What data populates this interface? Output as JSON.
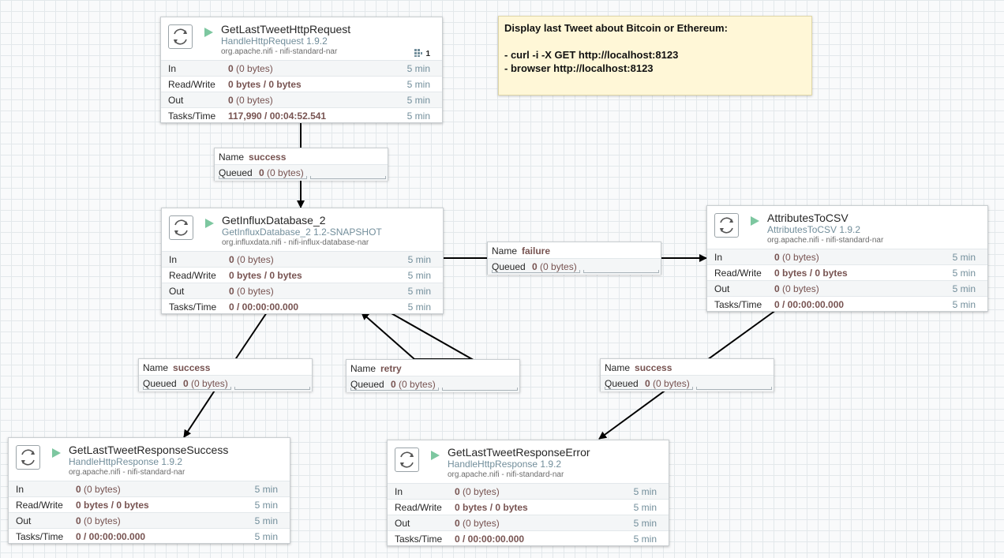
{
  "labels": {
    "in": "In",
    "read_write": "Read/Write",
    "out": "Out",
    "tasks_time": "Tasks/Time",
    "name": "Name",
    "queued": "Queued"
  },
  "processors": {
    "p1": {
      "name": "GetLastTweetHttpRequest",
      "type": "HandleHttpRequest 1.9.2",
      "bundle": "org.apache.nifi - nifi-standard-nar",
      "threads": "1",
      "in_count": "0",
      "in_size": "(0 bytes)",
      "read_write": "0 bytes / 0 bytes",
      "out_count": "0",
      "out_size": "(0 bytes)",
      "tasks_time": "117,990 / 00:04:52.541",
      "window": "5 min"
    },
    "p2": {
      "name": "GetInfluxDatabase_2",
      "type": "GetInfluxDatabase_2 1.2-SNAPSHOT",
      "bundle": "org.influxdata.nifi - nifi-influx-database-nar",
      "in_count": "0",
      "in_size": "(0 bytes)",
      "read_write": "0 bytes / 0 bytes",
      "out_count": "0",
      "out_size": "(0 bytes)",
      "tasks_time": "0 / 00:00:00.000",
      "window": "5 min"
    },
    "p3": {
      "name": "AttributesToCSV",
      "type": "AttributesToCSV 1.9.2",
      "bundle": "org.apache.nifi - nifi-standard-nar",
      "in_count": "0",
      "in_size": "(0 bytes)",
      "read_write": "0 bytes / 0 bytes",
      "out_count": "0",
      "out_size": "(0 bytes)",
      "tasks_time": "0 / 00:00:00.000",
      "window": "5 min"
    },
    "p4": {
      "name": "GetLastTweetResponseSuccess",
      "type": "HandleHttpResponse 1.9.2",
      "bundle": "org.apache.nifi - nifi-standard-nar",
      "in_count": "0",
      "in_size": "(0 bytes)",
      "read_write": "0 bytes / 0 bytes",
      "out_count": "0",
      "out_size": "(0 bytes)",
      "tasks_time": "0 / 00:00:00.000",
      "window": "5 min"
    },
    "p5": {
      "name": "GetLastTweetResponseError",
      "type": "HandleHttpResponse 1.9.2",
      "bundle": "org.apache.nifi - nifi-standard-nar",
      "in_count": "0",
      "in_size": "(0 bytes)",
      "read_write": "0 bytes / 0 bytes",
      "out_count": "0",
      "out_size": "(0 bytes)",
      "tasks_time": "0 / 00:00:00.000",
      "window": "5 min"
    }
  },
  "connections": {
    "c1": {
      "name": "success",
      "queued_count": "0",
      "queued_size": "(0 bytes)"
    },
    "c2": {
      "name": "failure",
      "queued_count": "0",
      "queued_size": "(0 bytes)"
    },
    "c3": {
      "name": "success",
      "queued_count": "0",
      "queued_size": "(0 bytes)"
    },
    "c4": {
      "name": "retry",
      "queued_count": "0",
      "queued_size": "(0 bytes)"
    },
    "c5": {
      "name": "success",
      "queued_count": "0",
      "queued_size": "(0 bytes)"
    }
  },
  "note": {
    "line1": "Display last Tweet about Bitcoin or Ethereum:",
    "line2": "- curl -i -X GET http://localhost:8123",
    "line3": "- browser http://localhost:8123"
  },
  "colors": {
    "running_icon": "#7dc7a0",
    "stat_value": "#775351",
    "type_text": "#728e9b",
    "note_bg": "#fff7d7"
  }
}
